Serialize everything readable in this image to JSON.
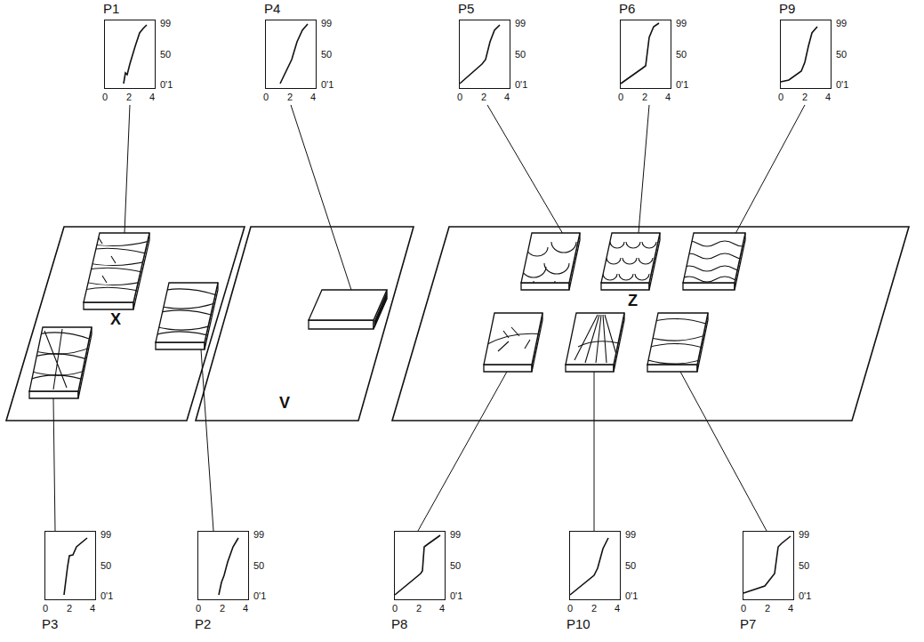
{
  "diagram": {
    "nodes": [
      {
        "text": [
          "P1",
          "99",
          "50",
          "0'1",
          "0",
          "2",
          "4"
        ]
      },
      {
        "text": [
          "P4",
          "99",
          "50",
          "0'1",
          "0",
          "2",
          "4"
        ]
      },
      {
        "text": [
          "P5",
          "99",
          "50",
          "0'1",
          "0",
          "2",
          "4"
        ]
      },
      {
        "text": [
          "P6",
          "99",
          "50",
          "0'1",
          "0",
          "2",
          "4"
        ]
      },
      {
        "text": [
          "P9",
          "99",
          "50",
          "0'1",
          "0",
          "2",
          "4"
        ]
      },
      {
        "text": [
          "X"
        ]
      },
      {
        "text": [
          "V"
        ]
      },
      {
        "text": [
          "Z"
        ]
      },
      {
        "text": [
          "P3",
          "99",
          "50",
          "0'1",
          "0",
          "2",
          "4"
        ]
      },
      {
        "text": [
          "P2",
          "99",
          "50",
          "0'1",
          "0",
          "2",
          "4"
        ]
      },
      {
        "text": [
          "P8",
          "99",
          "50",
          "0'1",
          "0",
          "2",
          "4"
        ]
      },
      {
        "text": [
          "P10",
          "99",
          "50",
          "0'1",
          "0",
          "2",
          "4"
        ]
      },
      {
        "text": [
          "P7",
          "99",
          "50",
          "0'1",
          "0",
          "2",
          "4"
        ]
      }
    ]
  }
}
